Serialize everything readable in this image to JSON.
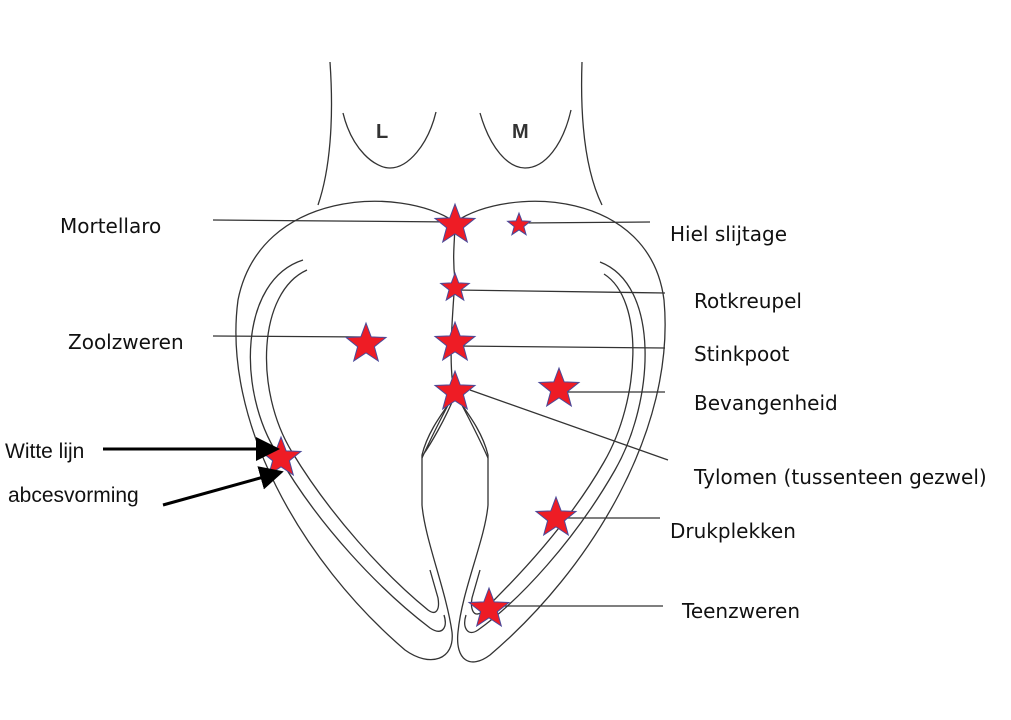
{
  "claws": {
    "lateral": "L",
    "medial": "M"
  },
  "labels": {
    "mortellaro": "Mortellaro",
    "hiel_slijtage": "Hiel slijtage",
    "rotkreupel": "Rotkreupel",
    "zoolzweren": "Zoolzweren",
    "stinkpoot": "Stinkpoot",
    "bevangenheid": "Bevangenheid",
    "witte_lijn": "Witte lijn",
    "abcesvorming": "abcesvorming",
    "tylomen": "Tylomen (tussenteen gezwel)",
    "drukplekken": "Drukplekken",
    "teenzweren": "Teenzweren"
  },
  "colors": {
    "star_fill": "#ee1c25",
    "star_stroke": "#4a4a9a",
    "outline": "#333333"
  }
}
